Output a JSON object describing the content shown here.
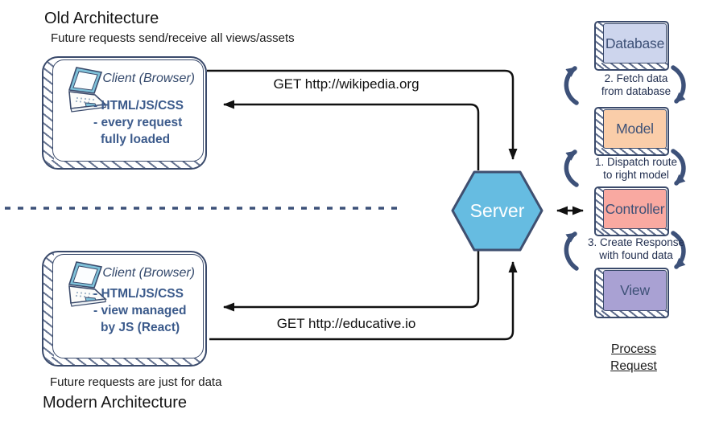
{
  "old": {
    "title": "Old Architecture",
    "subtitle": "Future requests send/receive all views/assets",
    "client_label": "Client (Browser)",
    "bullets": [
      "- HTML/JS/CSS",
      "- every request",
      "fully loaded"
    ],
    "request_label": "GET http://wikipedia.org"
  },
  "modern": {
    "title": "Modern Architecture",
    "subtitle": "Future requests are just for data",
    "client_label": "Client (Browser)",
    "bullets": [
      "- HTML/JS/CSS",
      "- view managed",
      "by JS (React)"
    ],
    "request_label": "GET http://educative.io"
  },
  "server": {
    "label": "Server",
    "fill": "#66bce1"
  },
  "mvc": {
    "boxes": [
      {
        "label": "Database",
        "fill": "#cdd5ed"
      },
      {
        "label": "Model",
        "fill": "#facda9"
      },
      {
        "label": "Controller",
        "fill": "#f9a9a1"
      },
      {
        "label": "View",
        "fill": "#a9a1d3"
      }
    ],
    "steps": [
      {
        "line1": "2. Fetch data",
        "line2": "from database"
      },
      {
        "line1": "1. Dispatch route",
        "line2": "to right model"
      },
      {
        "line1": "3. Create Response",
        "line2": "with found data"
      }
    ],
    "footer_line1": "Process",
    "footer_line2": "Request"
  },
  "colors": {
    "navy_accent": "#3d5179",
    "arrow_black": "#111111",
    "box_border": "#3a4a6b"
  }
}
